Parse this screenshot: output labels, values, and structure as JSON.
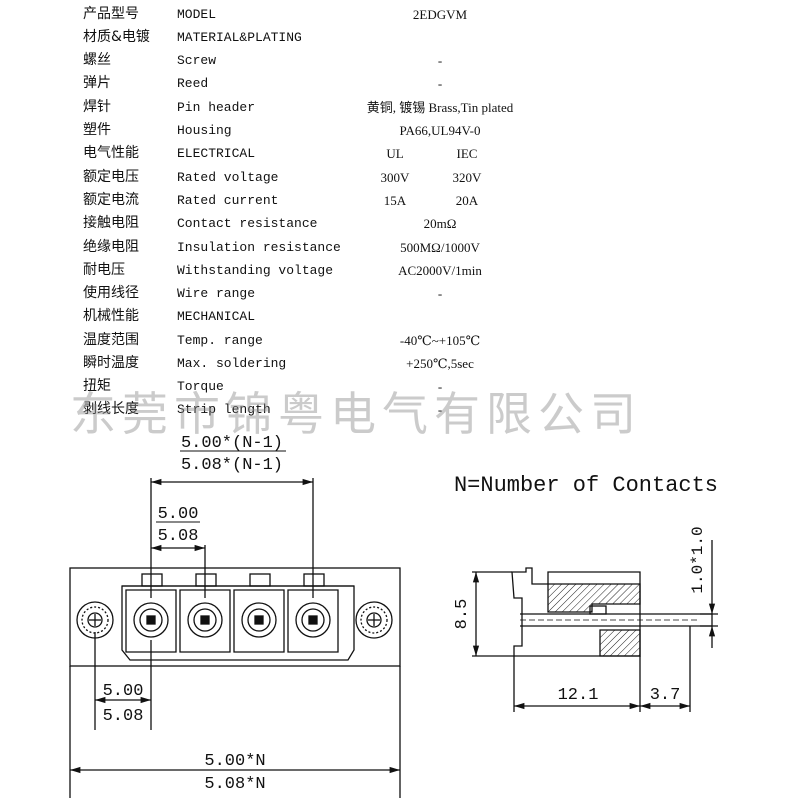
{
  "spec_rows": [
    {
      "cn": "产品型号",
      "en": "MODEL",
      "val": "2EDGVM"
    },
    {
      "cn": "材质&电镀",
      "en": "MATERIAL&PLATING",
      "val": ""
    },
    {
      "cn": "螺丝",
      "en": "Screw",
      "val": "-"
    },
    {
      "cn": "弹片",
      "en": "Reed",
      "val": "-"
    },
    {
      "cn": "焊针",
      "en": "Pin header",
      "val": "黄铜, 镀锡 Brass,Tin plated"
    },
    {
      "cn": "塑件",
      "en": "Housing",
      "val": "PA66,UL94V-0"
    },
    {
      "cn": "电气性能",
      "en": "ELECTRICAL",
      "v1": "UL",
      "v2": "IEC"
    },
    {
      "cn": "额定电压",
      "en": "Rated voltage",
      "v1": "300V",
      "v2": "320V"
    },
    {
      "cn": "额定电流",
      "en": "Rated current",
      "v1": "15A",
      "v2": "20A"
    },
    {
      "cn": "接触电阻",
      "en": "Contact resistance",
      "val": "20mΩ"
    },
    {
      "cn": "绝缘电阻",
      "en": "Insulation resistance",
      "val": "500MΩ/1000V"
    },
    {
      "cn": "耐电压",
      "en": "Withstanding voltage",
      "val": "AC2000V/1min"
    },
    {
      "cn": "使用线径",
      "en": "Wire range",
      "val": "-"
    },
    {
      "cn": "机械性能",
      "en": "MECHANICAL",
      "val": ""
    },
    {
      "cn": "温度范围",
      "en": "Temp. range",
      "val": "-40℃~+105℃"
    },
    {
      "cn": "瞬时温度",
      "en": "Max. soldering",
      "val": "+250℃,5sec"
    },
    {
      "cn": "扭矩",
      "en": "Torque",
      "val": "-"
    },
    {
      "cn": "剥线长度",
      "en": "Strip length",
      "val": "-"
    }
  ],
  "watermark": "东莞市锦粤电气有限公司",
  "front_view": {
    "dim_top_1": "5.00*(N-1)",
    "dim_top_2": "5.08*(N-1)",
    "dim_pitch_1": "5.00",
    "dim_pitch_2": "5.08",
    "dim_left_1": "5.00",
    "dim_left_2": "5.08",
    "dim_total_1": "5.00*N",
    "dim_total_2": "5.08*N"
  },
  "side_view": {
    "note": "N=Number of Contacts",
    "dim_height": "8.5",
    "dim_pin": "1.0*1.0",
    "dim_depth": "12.1",
    "dim_pin_length": "3.7"
  }
}
